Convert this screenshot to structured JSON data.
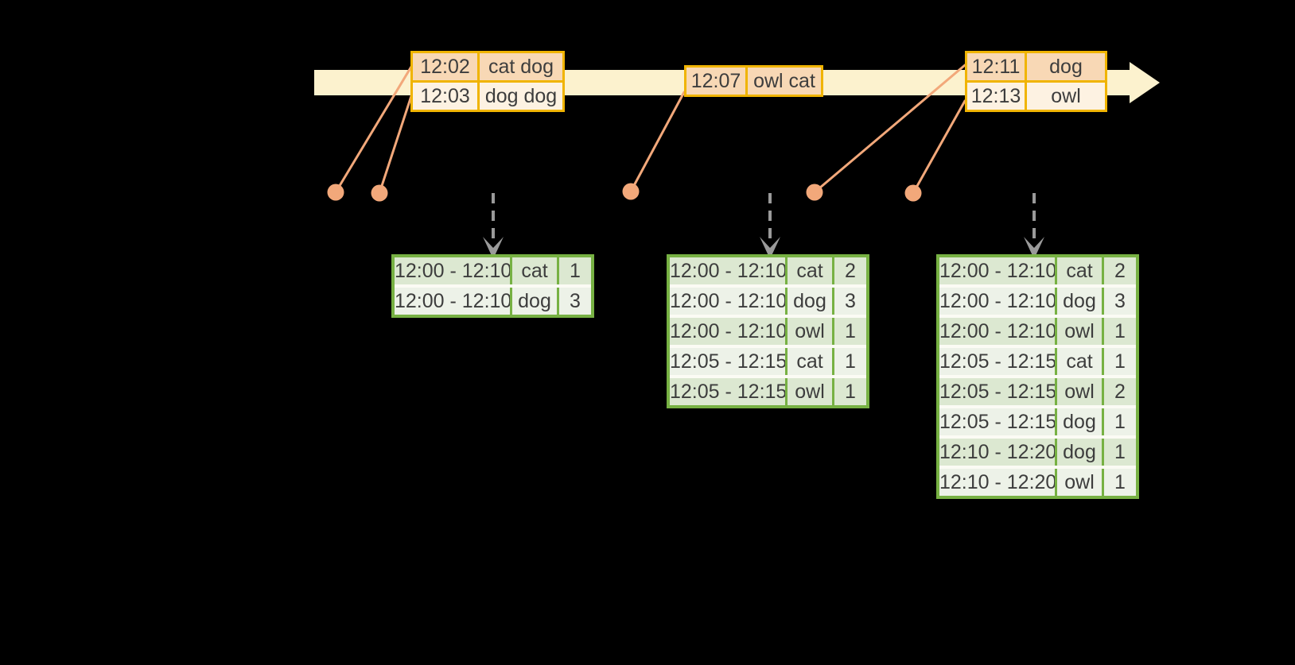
{
  "diagram": {
    "description": "Windowed grouped aggregation over an event-time stream",
    "colors": {
      "background": "#000000",
      "timeline_band": "#FCF2CE",
      "event_table_border": "#F0B400",
      "event_row_dark": "#F8D8B5",
      "event_row_light": "#FDF2E2",
      "event_dot": "#F2A87A",
      "result_table_border": "#77B143",
      "result_row_dark": "#DCE8D1",
      "result_row_light": "#EDF2E8",
      "trigger_arrow": "#9A9A9A",
      "text": "#3D3D3D"
    }
  },
  "event_tables": [
    {
      "rows": [
        [
          "12:02",
          "cat dog"
        ],
        [
          "12:03",
          "dog dog"
        ]
      ]
    },
    {
      "rows": [
        [
          "12:07",
          "owl cat"
        ]
      ]
    },
    {
      "rows": [
        [
          "12:11",
          "dog"
        ],
        [
          "12:13",
          "owl"
        ]
      ]
    }
  ],
  "result_tables": [
    {
      "rows": [
        [
          "12:00 - 12:10",
          "cat",
          "1"
        ],
        [
          "12:00 - 12:10",
          "dog",
          "3"
        ]
      ]
    },
    {
      "rows": [
        [
          "12:00 - 12:10",
          "cat",
          "2"
        ],
        [
          "12:00 - 12:10",
          "dog",
          "3"
        ],
        [
          "12:00 - 12:10",
          "owl",
          "1"
        ],
        [
          "12:05 - 12:15",
          "cat",
          "1"
        ],
        [
          "12:05 - 12:15",
          "owl",
          "1"
        ]
      ]
    },
    {
      "rows": [
        [
          "12:00 - 12:10",
          "cat",
          "2"
        ],
        [
          "12:00 - 12:10",
          "dog",
          "3"
        ],
        [
          "12:00 - 12:10",
          "owl",
          "1"
        ],
        [
          "12:05 - 12:15",
          "cat",
          "1"
        ],
        [
          "12:05 - 12:15",
          "owl",
          "2"
        ],
        [
          "12:05 - 12:15",
          "dog",
          "1"
        ],
        [
          "12:10 - 12:20",
          "dog",
          "1"
        ],
        [
          "12:10 - 12:20",
          "owl",
          "1"
        ]
      ]
    }
  ]
}
